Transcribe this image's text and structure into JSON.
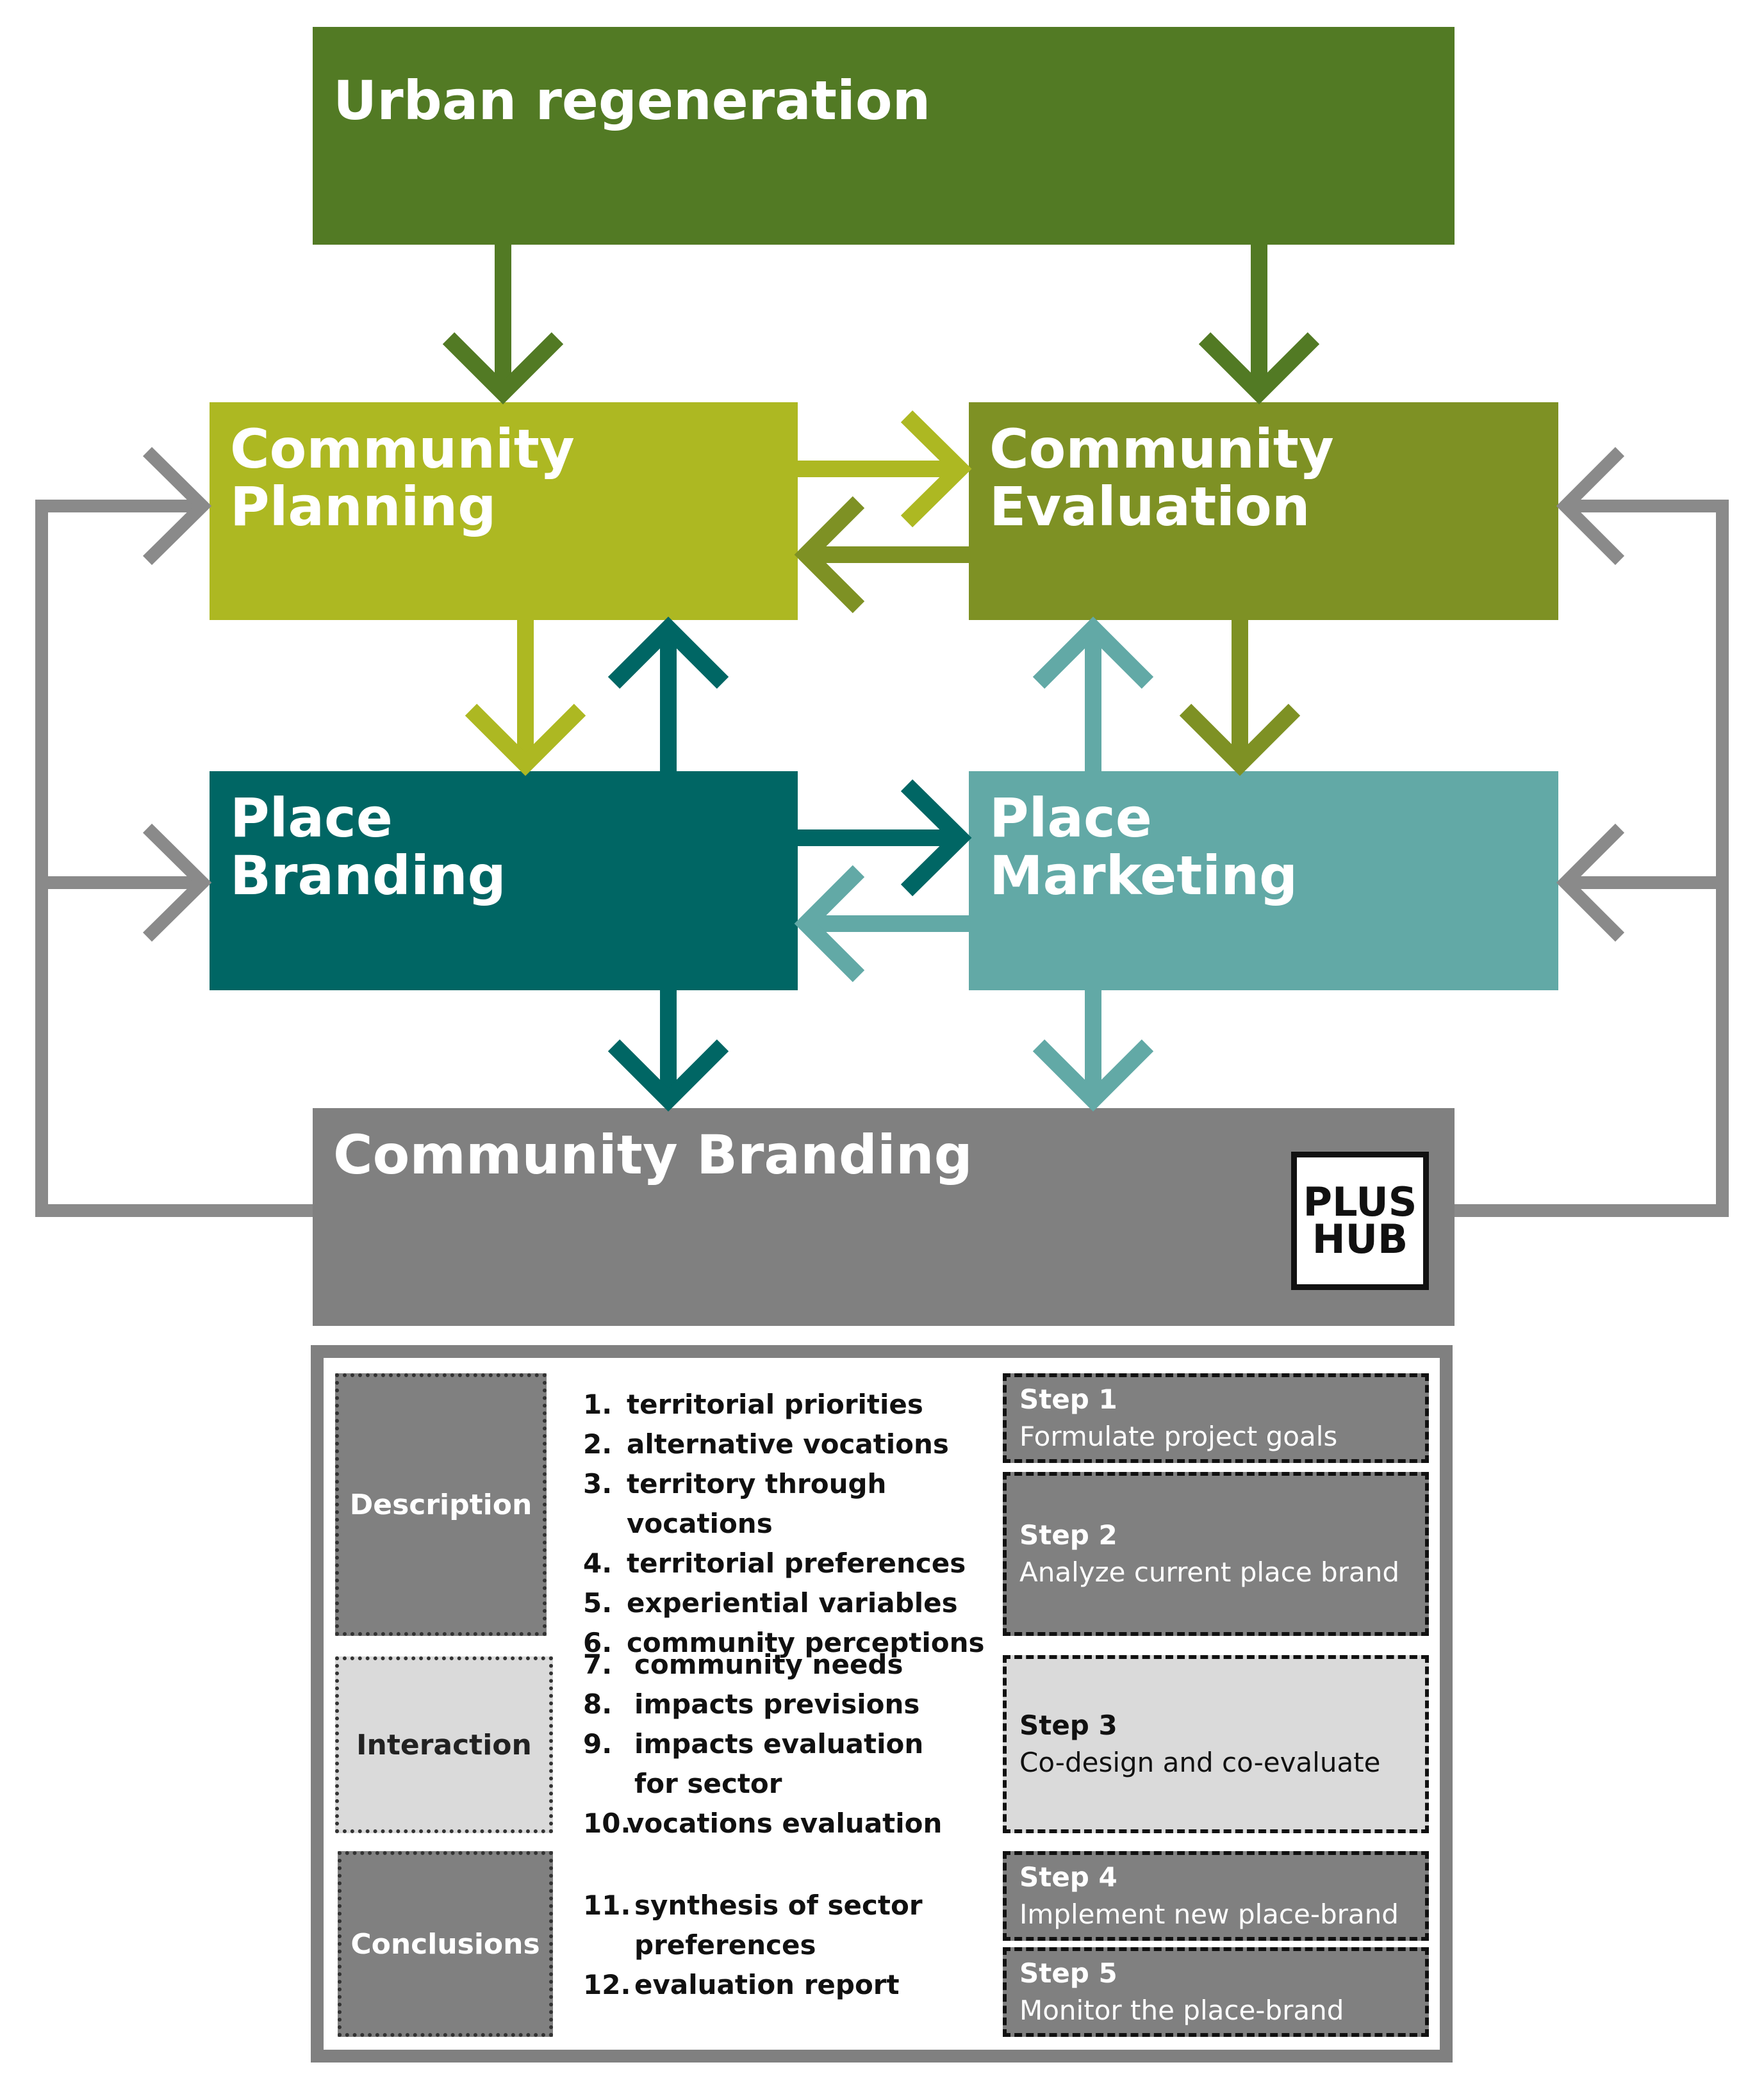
{
  "diagram": {
    "boxes": {
      "urban_regeneration": "Urban regeneration",
      "community_planning": "Community\nPlanning",
      "community_evaluation": "Community\nEvaluation",
      "place_branding": "Place\nBranding",
      "place_marketing": "Place\nMarketing",
      "community_branding": "Community Branding"
    },
    "logo": {
      "line1": "PLUS",
      "line2": "HUB"
    },
    "colors": {
      "urban_regeneration": "#527A24",
      "community_planning": "#ADB822",
      "community_evaluation": "#7E9124",
      "place_branding": "#006664",
      "place_marketing": "#62A9A6",
      "community_branding": "#808080",
      "arrow_gray": "#8A8A8A"
    }
  },
  "table": {
    "categories": [
      {
        "label": "Description",
        "color": "#808080"
      },
      {
        "label": "Interaction",
        "color": "#DADADA"
      },
      {
        "label": "Conclusions",
        "color": "#808080"
      }
    ],
    "items": [
      {
        "num": "1.",
        "text": "territorial priorities"
      },
      {
        "num": "2.",
        "text": "alternative vocations"
      },
      {
        "num": "3.",
        "text": "territory through vocations"
      },
      {
        "num": "4.",
        "text": "territorial preferences"
      },
      {
        "num": "5.",
        "text": "experiential variables"
      },
      {
        "num": "6.",
        "text": "community perceptions"
      },
      {
        "num": "7.",
        "text": "community needs"
      },
      {
        "num": "8.",
        "text": "impacts previsions"
      },
      {
        "num": "9.",
        "text": "impacts evaluation"
      },
      {
        "num": "",
        "text": "for sector"
      },
      {
        "num": "10.",
        "text": "vocations evaluation"
      },
      {
        "num": "11.",
        "text": "synthesis of sector"
      },
      {
        "num": "",
        "text": "preferences"
      },
      {
        "num": "12.",
        "text": "evaluation report"
      }
    ],
    "steps": [
      {
        "label": "Step 1",
        "text": "Formulate project goals",
        "color": "#808080"
      },
      {
        "label": "Step 2",
        "text": "Analyze current place brand",
        "color": "#808080"
      },
      {
        "label": "Step 3",
        "text": "Co-design and co-evaluate",
        "color": "#DADADA"
      },
      {
        "label": "Step 4",
        "text": "Implement new place-brand",
        "color": "#808080"
      },
      {
        "label": "Step 5",
        "text": "Monitor the place-brand",
        "color": "#808080"
      }
    ]
  }
}
